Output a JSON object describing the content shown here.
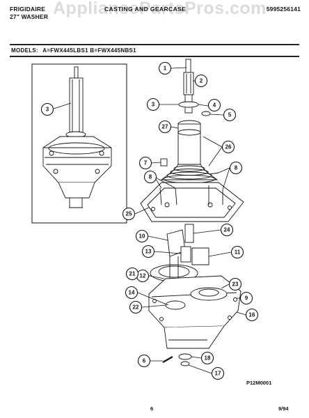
{
  "header": {
    "brand": "FRIGIDAIRE",
    "product": "27\" WASHER",
    "section_title": "CASTING AND GEARCASE",
    "watermark": "AppliancePartsPros.com",
    "part_number": "5995256141"
  },
  "models": {
    "label": "MODELS:",
    "a": "A=FWX445LBS1",
    "b": "B=FWX445NBS1"
  },
  "callouts": [
    "1",
    "2",
    "3",
    "3",
    "4",
    "5",
    "6",
    "7",
    "8",
    "8",
    "9",
    "10",
    "11",
    "12",
    "13",
    "14",
    "16",
    "17",
    "18",
    "21",
    "22",
    "23",
    "24",
    "25",
    "26",
    "27"
  ],
  "footer": {
    "diagram_code": "P12M0001",
    "page": "6",
    "date": "9/94"
  }
}
